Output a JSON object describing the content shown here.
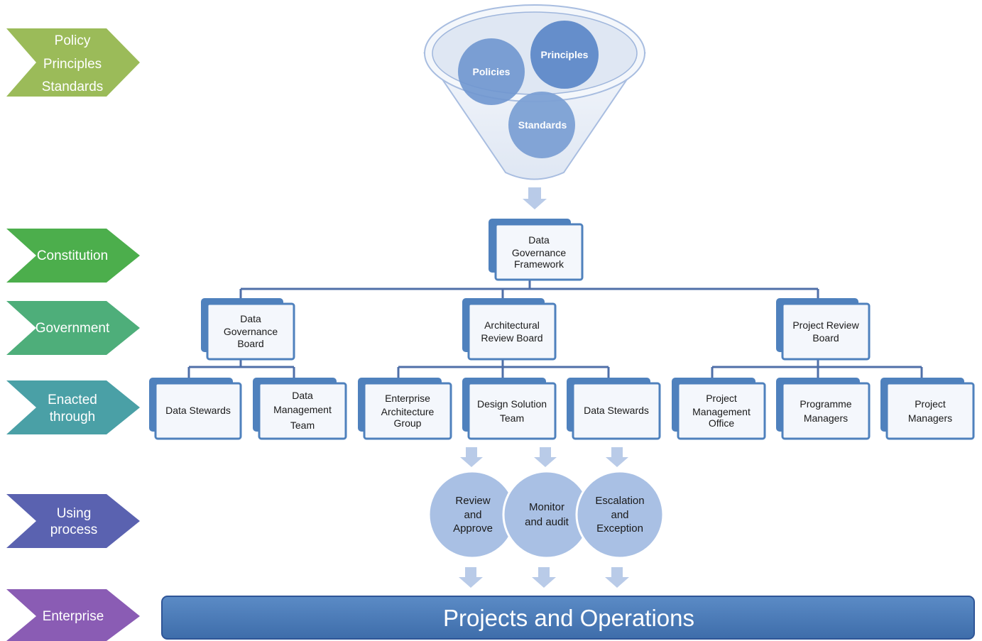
{
  "chevrons": [
    {
      "id": "policy",
      "lines": [
        "Policy",
        "Principles",
        "Standards"
      ],
      "color": "#9bbb59"
    },
    {
      "id": "constitution",
      "lines": [
        "Constitution"
      ],
      "color": "#4cae4c"
    },
    {
      "id": "government",
      "lines": [
        "Government"
      ],
      "color": "#4eae7a"
    },
    {
      "id": "enacted",
      "lines": [
        "Enacted",
        "through"
      ],
      "color": "#4aa0a6"
    },
    {
      "id": "using",
      "lines": [
        "Using",
        "process"
      ],
      "color": "#5a62b0"
    },
    {
      "id": "enterprise",
      "lines": [
        "Enterprise"
      ],
      "color": "#8a5cb4"
    }
  ],
  "funnel": {
    "circles": [
      {
        "id": "policies",
        "label": "Policies"
      },
      {
        "id": "principles",
        "label": "Principles"
      },
      {
        "id": "standards",
        "label": "Standards"
      }
    ]
  },
  "boxes": [
    {
      "id": "dgf",
      "lines": [
        "Data",
        "Governance",
        "Framework"
      ]
    },
    {
      "id": "dgb",
      "lines": [
        "Data",
        "Governance",
        "Board"
      ]
    },
    {
      "id": "arb",
      "lines": [
        "Architectural",
        "Review Board"
      ]
    },
    {
      "id": "prb",
      "lines": [
        "Project Review",
        "Board"
      ]
    },
    {
      "id": "ds1",
      "lines": [
        "Data Stewards"
      ]
    },
    {
      "id": "dmt",
      "lines": [
        "Data",
        "Management",
        "Team"
      ]
    },
    {
      "id": "eag",
      "lines": [
        "Enterprise",
        "Architecture",
        "Group"
      ]
    },
    {
      "id": "dst",
      "lines": [
        "Design Solution",
        "Team"
      ]
    },
    {
      "id": "ds2",
      "lines": [
        "Data Stewards"
      ]
    },
    {
      "id": "pmo",
      "lines": [
        "Project",
        "Management",
        "Office"
      ]
    },
    {
      "id": "prgm",
      "lines": [
        "Programme",
        "Managers"
      ]
    },
    {
      "id": "pm",
      "lines": [
        "Project",
        "Managers"
      ]
    }
  ],
  "processes": [
    {
      "id": "review",
      "lines": [
        "Review",
        "and",
        "Approve"
      ]
    },
    {
      "id": "monitor",
      "lines": [
        "Monitor",
        "and audit"
      ]
    },
    {
      "id": "escalation",
      "lines": [
        "Escalation",
        "and",
        "Exception"
      ]
    }
  ],
  "banner": {
    "label": "Projects and Operations",
    "color": "#4f81bd"
  },
  "colors": {
    "connector": "#4f6fa8",
    "box_back": "#4f81bd",
    "box_front_fill": "#f4f7fc",
    "funnel_fill": "#e7edf6",
    "funnel_stroke": "#a8bde0",
    "circle_fill": "#6f96cf",
    "process_fill": "#a9c0e4",
    "arrow_fill": "#b9cbe8"
  }
}
